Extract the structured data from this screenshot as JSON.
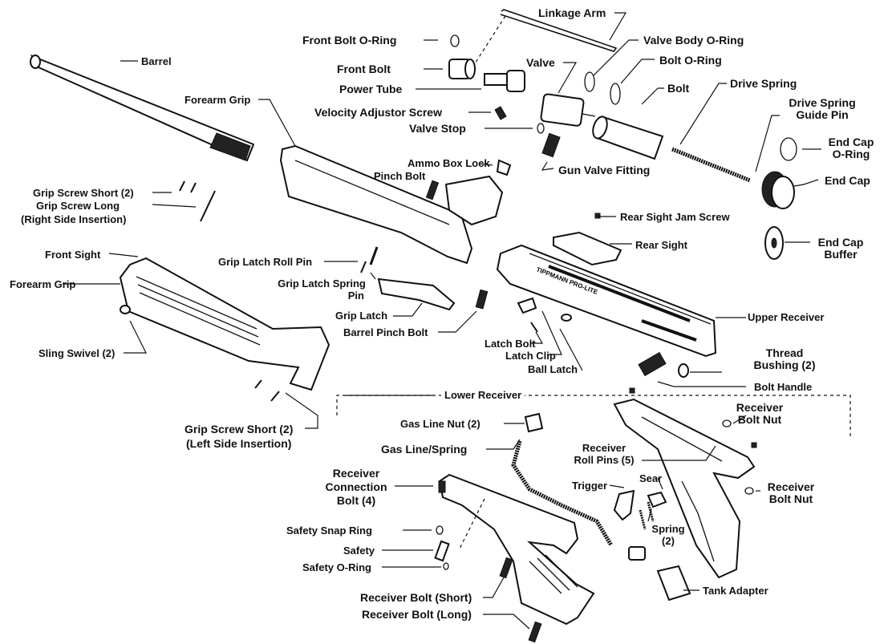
{
  "labels": {
    "linkage_arm": "Linkage Arm",
    "front_bolt_oring": "Front Bolt O-Ring",
    "valve_body_oring": "Valve Body O-Ring",
    "barrel": "Barrel",
    "front_bolt": "Front Bolt",
    "valve": "Valve",
    "bolt_oring": "Bolt O-Ring",
    "power_tube": "Power  Tube",
    "bolt": "Bolt",
    "drive_spring": "Drive Spring",
    "forearm_grip_top": "Forearm Grip",
    "velocity_adjustor_screw": "Velocity Adjustor Screw",
    "drive_spring_guide_pin_1": "Drive Spring",
    "drive_spring_guide_pin_2": "Guide Pin",
    "valve_stop": "Valve Stop",
    "end_cap_oring_1": "End Cap",
    "end_cap_oring_2": "O-Ring",
    "ammo_box_lock": "Ammo Box Lock",
    "pinch_bolt": "Pinch Bolt",
    "gun_valve_fitting": "Gun Valve Fitting",
    "end_cap": "End Cap",
    "grip_screw_short_right": "Grip Screw Short (2)",
    "grip_screw_long": "Grip Screw Long",
    "right_side_insertion": "(Right Side Insertion)",
    "rear_sight_jam_screw": "Rear Sight Jam Screw",
    "rear_sight": "Rear Sight",
    "end_cap_buffer_1": "End Cap",
    "end_cap_buffer_2": "Buffer",
    "front_sight": "Front Sight",
    "grip_latch_roll_pin": "Grip Latch Roll Pin",
    "forearm_grip_left": "Forearm Grip",
    "grip_latch_spring_pin_1": "Grip Latch Spring",
    "grip_latch_spring_pin_2": "Pin",
    "grip_latch": "Grip Latch",
    "upper_receiver": "Upper Receiver",
    "barrel_pinch_bolt": "Barrel Pinch Bolt",
    "sling_swivel": "Sling Swivel (2)",
    "latch_bolt": "Latch Bolt",
    "latch_clip": "Latch Clip",
    "ball_latch": "Ball Latch",
    "thread_bushing_1": "Thread",
    "thread_bushing_2": "Bushing (2)",
    "lower_receiver": "Lower Receiver",
    "bolt_handle": "Bolt Handle",
    "receiver_bolt_nut_top_1": "Receiver",
    "receiver_bolt_nut_top_2": "Bolt Nut",
    "grip_screw_short_left": "Grip Screw Short (2)",
    "left_side_insertion": "(Left Side Insertion)",
    "gas_line_nut": "Gas Line Nut (2)",
    "gas_line_spring": "Gas Line/Spring",
    "receiver_roll_pins_1": "Receiver",
    "receiver_roll_pins_2": "Roll Pins (5)",
    "receiver_connection_bolt_1": "Receiver",
    "receiver_connection_bolt_2": "Connection",
    "receiver_connection_bolt_3": "Bolt (4)",
    "trigger": "Trigger",
    "sear": "Sear",
    "receiver_bolt_nut_right_1": "Receiver",
    "receiver_bolt_nut_right_2": "Bolt Nut",
    "safety_snap_ring": "Safety Snap Ring",
    "spring_1": "Spring",
    "spring_2": "(2)",
    "safety": "Safety",
    "safety_oring": "Safety O-Ring",
    "tank_adapter": "Tank Adapter",
    "receiver_bolt_short": "Receiver Bolt (Short)",
    "receiver_bolt_long": "Receiver Bolt (Long)",
    "receiver_engraving": "TIPPMANN PRO-LITE"
  }
}
